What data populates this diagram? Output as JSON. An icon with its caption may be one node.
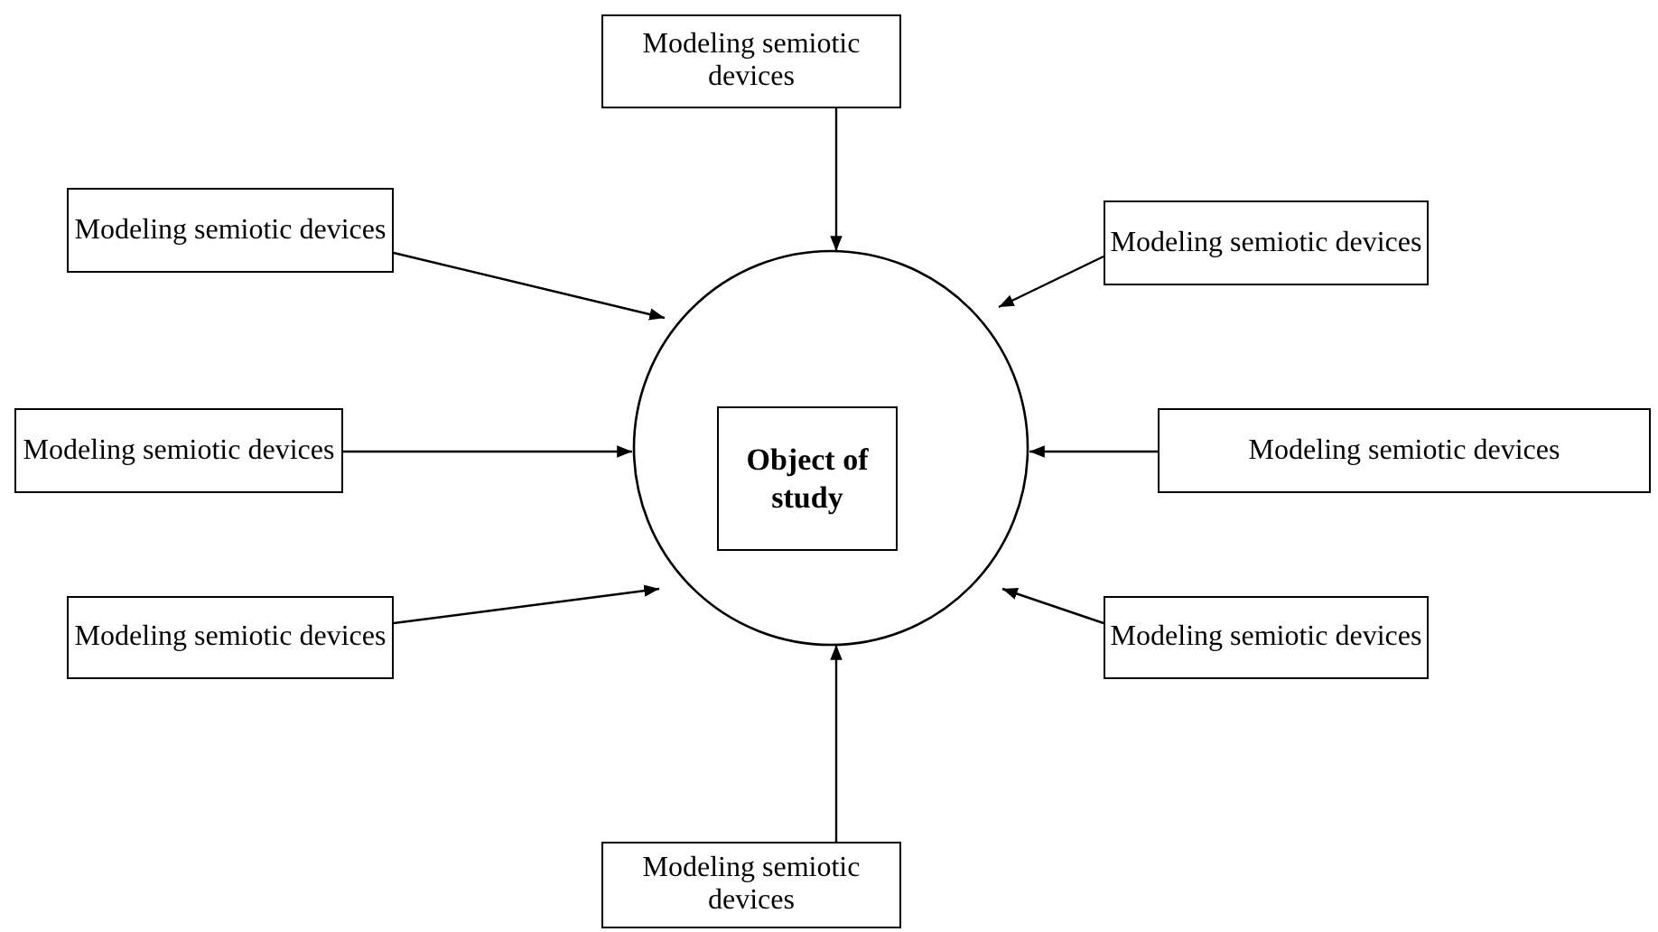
{
  "diagram": {
    "nodes": [
      {
        "text": [
          "Modeling semiotic devices"
        ]
      },
      {
        "text": [
          "Modeling semiotic devices"
        ]
      },
      {
        "text": [
          "Modeling semiotic devices"
        ]
      },
      {
        "text": [
          "Modeling semiotic devices"
        ]
      },
      {
        "text": [],
        "shape": "circle"
      },
      {
        "text": [
          "Object of study"
        ],
        "in": 4
      },
      {
        "text": [
          "Modeling semiotic devices"
        ]
      },
      {
        "text": [
          "Modeling semiotic devices"
        ]
      },
      {
        "text": [
          "Modeling semiotic devices"
        ]
      },
      {
        "text": [
          "Modeling semiotic devices"
        ]
      }
    ],
    "edges": [
      {
        "from": 0,
        "to": 4,
        "arrow": "to"
      },
      {
        "from": 1,
        "to": 4,
        "arrow": "to"
      },
      {
        "from": 2,
        "to": 4,
        "arrow": "to"
      },
      {
        "from": 3,
        "to": 4,
        "arrow": "to"
      },
      {
        "from": 6,
        "to": 4,
        "arrow": "to"
      },
      {
        "from": 7,
        "to": 4,
        "arrow": "to"
      },
      {
        "from": 8,
        "to": 4,
        "arrow": "to"
      },
      {
        "from": 9,
        "to": 4,
        "arrow": "to"
      }
    ]
  }
}
